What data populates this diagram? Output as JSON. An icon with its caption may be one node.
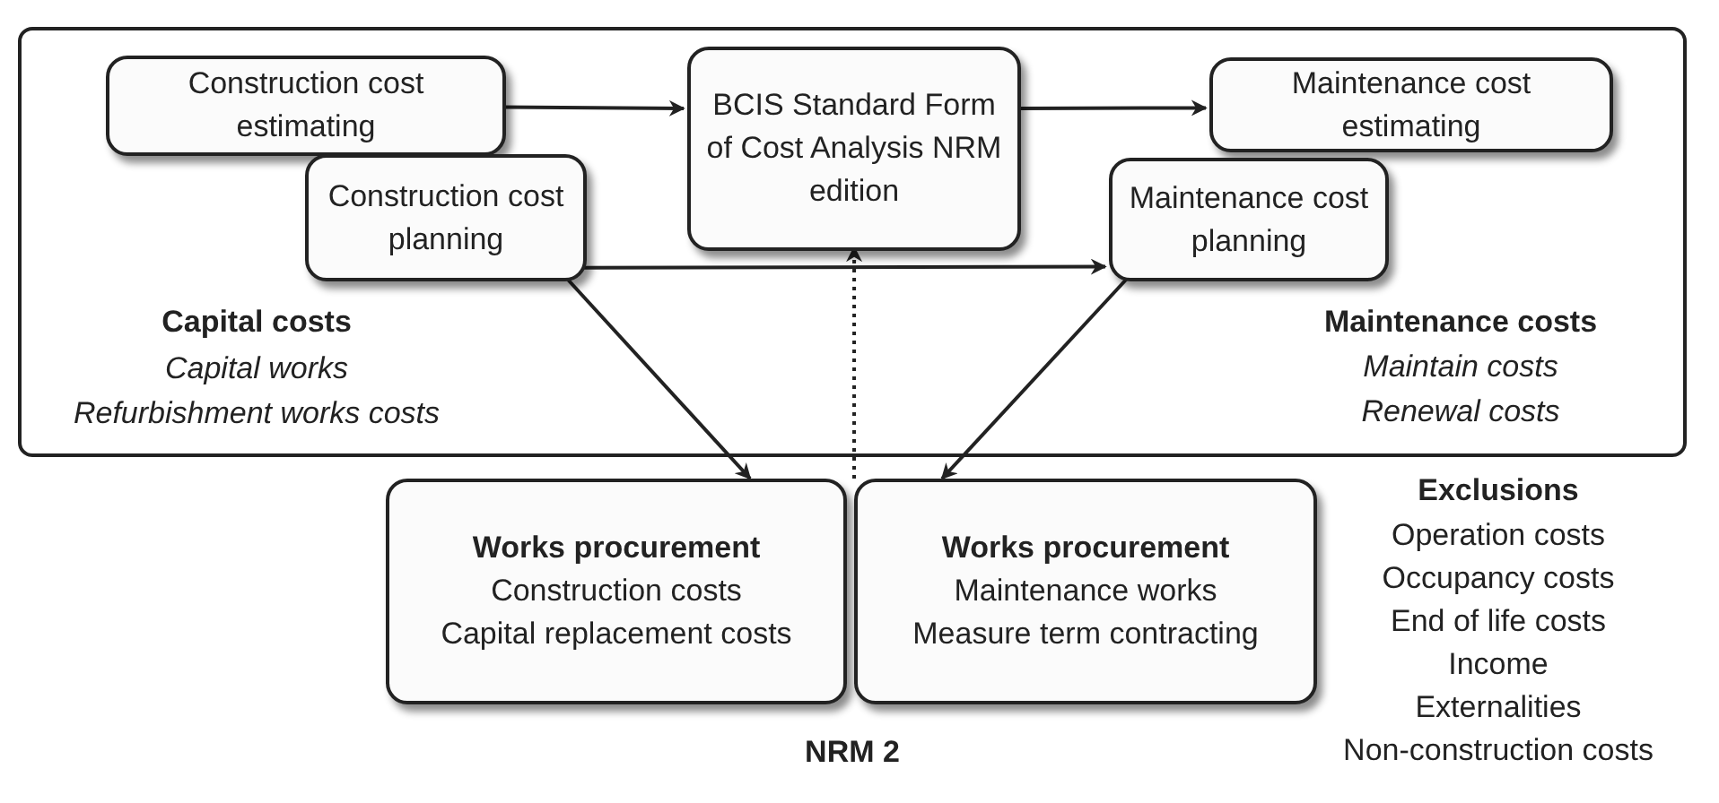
{
  "diagram": {
    "nodes": [
      {
        "text": [],
        "shape": "box"
      },
      {
        "text": [
          "Construction cost estimating"
        ],
        "in": 0
      },
      {
        "text": [
          "Construction cost planning"
        ],
        "in": 0
      },
      {
        "text": [
          "BCIS Standard Form of Cost Analysis NRM edition"
        ],
        "in": 0
      },
      {
        "text": [
          "Maintenance cost estimating"
        ],
        "in": 0
      },
      {
        "text": [
          "Maintenance cost planning"
        ],
        "in": 0
      },
      {
        "text": [
          "Works procurement",
          "Construction costs",
          "Capital replacement costs"
        ]
      },
      {
        "text": [
          "Works procurement",
          "Maintenance works",
          "Measure term contracting"
        ]
      }
    ],
    "edges": [
      {
        "from": 1,
        "to": 3,
        "arrow": "to"
      },
      {
        "from": 3,
        "to": 4,
        "arrow": "to"
      },
      {
        "from": 2,
        "to": 5,
        "arrow": "to"
      },
      {
        "from": 2,
        "to": 6,
        "arrow": "to"
      },
      {
        "from": 5,
        "to": 7,
        "arrow": "to"
      },
      {
        "from": 7,
        "to": 3,
        "arrow": "to",
        "style": "dashed"
      }
    ],
    "labels": [
      "Capital costs",
      "Capital works",
      "Refurbishment works costs",
      "Maintenance costs",
      "Maintain costs",
      "Renewal costs",
      "Exclusions",
      "Operation costs",
      "Occupancy costs",
      "End of life costs",
      "Income",
      "Externalities",
      "Non-construction costs",
      "NRM 2"
    ]
  }
}
